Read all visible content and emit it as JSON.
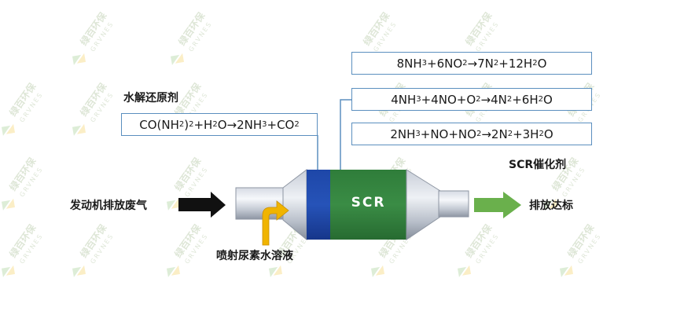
{
  "labels": {
    "hydrolysis_reductant": "水解还原剂",
    "engine_exhaust": "发动机排放废气",
    "urea_injection": "喷射尿素水溶液",
    "scr_catalyst": "SCR催化剂",
    "emission_compliant": "排放达标",
    "scr_block": "SCR"
  },
  "equations": {
    "hydrolysis": [
      {
        "t": "CO(NH"
      },
      {
        "s": "2"
      },
      {
        "t": ")"
      },
      {
        "s": "2"
      },
      {
        "t": "+H"
      },
      {
        "s": "2"
      },
      {
        "t": "O→2NH"
      },
      {
        "s": "3"
      },
      {
        "t": "+CO"
      },
      {
        "s": "2"
      }
    ],
    "scr_reactions": [
      [
        {
          "t": "8NH"
        },
        {
          "s": "3"
        },
        {
          "t": "+6NO"
        },
        {
          "s": "2"
        },
        {
          "t": "→7N"
        },
        {
          "s": "2"
        },
        {
          "t": "+12H"
        },
        {
          "s": "2"
        },
        {
          "t": "O"
        }
      ],
      [
        {
          "t": "4NH"
        },
        {
          "s": "3"
        },
        {
          "t": "+4NO+O"
        },
        {
          "s": "2"
        },
        {
          "t": "→4N"
        },
        {
          "s": "2"
        },
        {
          "t": "+6H"
        },
        {
          "s": "2"
        },
        {
          "t": "O"
        }
      ],
      [
        {
          "t": "2NH"
        },
        {
          "s": "3"
        },
        {
          "t": "+NO+NO"
        },
        {
          "s": "2"
        },
        {
          "t": "→2N"
        },
        {
          "s": "2"
        },
        {
          "t": "+3H"
        },
        {
          "s": "2"
        },
        {
          "t": "O"
        }
      ]
    ]
  },
  "watermark": "绿百环保 GRVNES",
  "colors": {
    "box_border": "#5b8fbf",
    "scr_green": "#2f7d3a",
    "blue_block": "#1a3f9a",
    "urea_arrow": "#f0b400",
    "output_arrow": "#6ab04c",
    "input_arrow": "#111111"
  }
}
